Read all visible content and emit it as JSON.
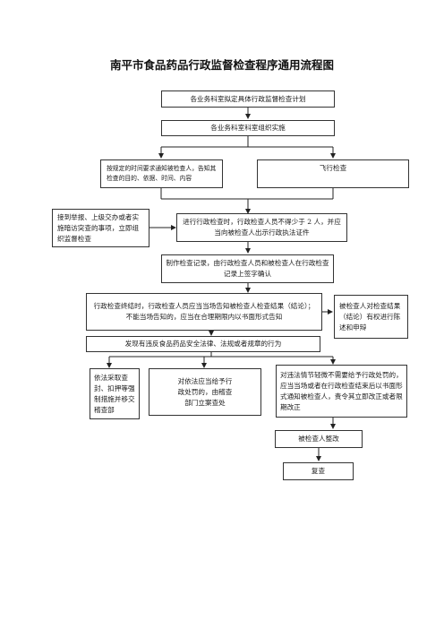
{
  "title": "南平市食品药品行政监督检查程序通用流程图",
  "nodes": {
    "plan": "各业务科室拟定具体行政监督检查计划",
    "organize": "各业务科室科室组织实施",
    "notify": "按规定的时间要求通知被检查人，告知其检查的目的、依据、时间、内容",
    "surprise": "飞行检查",
    "report": "接到举报、上级交办或者实施暗访突查的事项，立即组织监督检查",
    "enforce": "进行行政检查时，行政检查人员不得少于 2 人，并应当向被检查人出示行政执法证件",
    "record": "制作检查记录，由行政检查人员和被检查人在行政检查记录上签字确认",
    "conclude": "行政检查终结时，行政检查人员应当当场告知被检查人检查结果（结论）；不能当场告知的，应当在合理期限内以书面形式告知",
    "rights": "被检查人对检查结果（结论）有权进行陈述和申辩",
    "violation": "发现有违反食品药品安全法律、法规或者规章的行为",
    "measures": "依法采取查封、扣押等强制措施并移交稽查部",
    "transfer": "对依法应当给予行政处罚的，由稽查部门立案查处",
    "correct": "对违法情节轻微不需要给予行政处罚的，应当当场或者在行政检查结束后以书面形式通知被检查人，责令其立即改正或者限期改正",
    "rectify": "被检查人整改",
    "recheck": "复查"
  }
}
